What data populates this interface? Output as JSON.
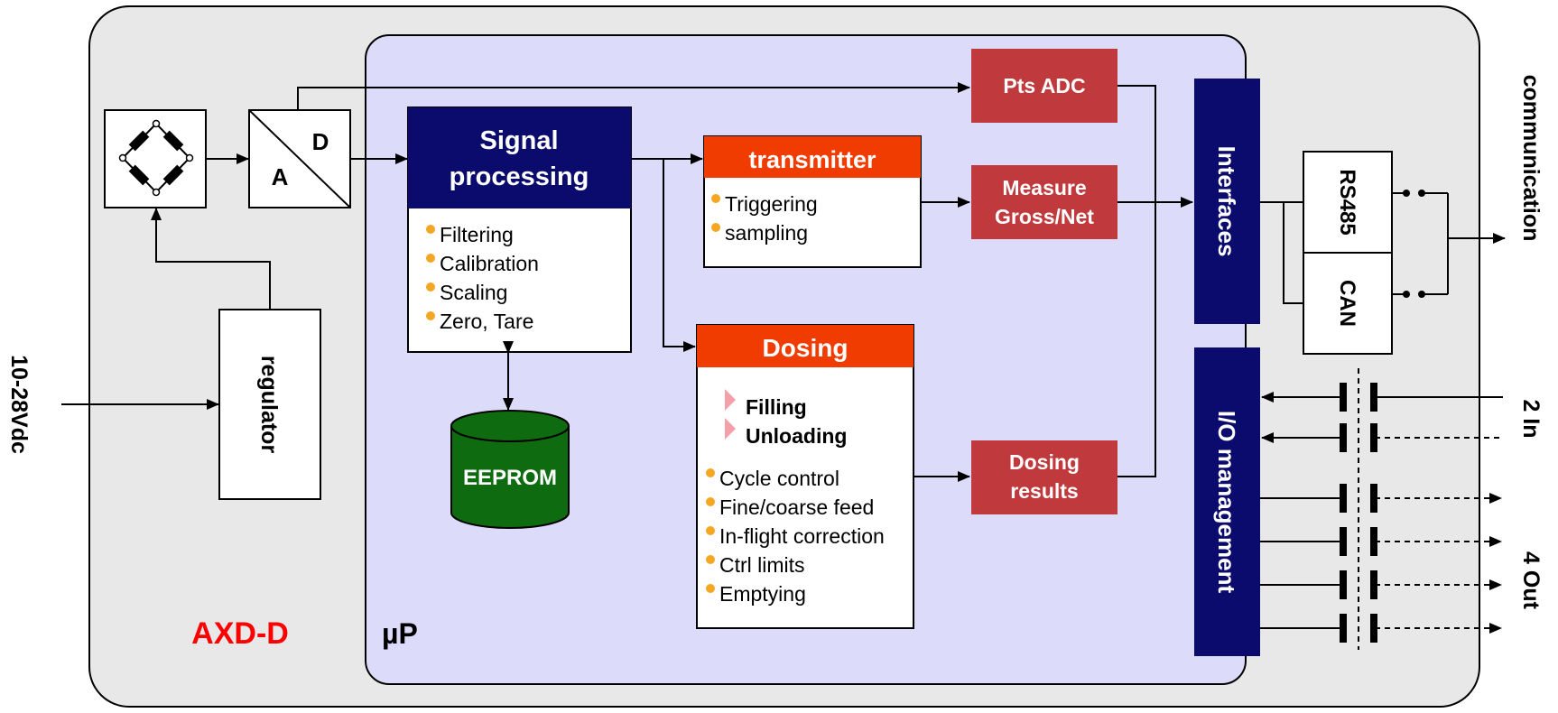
{
  "diagram": {
    "product_label": "AXD-D",
    "up_label": "µP",
    "power_label": "10-28Vdc",
    "communication_label": "communication",
    "in_label": "2 In",
    "out_label": "4 Out",
    "ad_label_a": "A",
    "ad_label_d": "D",
    "regulator_label": "regulator",
    "signal_processing": {
      "title_line1": "Signal",
      "title_line2": "processing",
      "items": [
        "Filtering",
        "Calibration",
        "Scaling",
        "Zero, Tare"
      ]
    },
    "eeprom_label": "EEPROM",
    "transmitter": {
      "title": "transmitter",
      "items": [
        "Triggering",
        "sampling"
      ]
    },
    "dosing": {
      "title": "Dosing",
      "arrow_items": [
        "Filling",
        "Unloading"
      ],
      "items": [
        "Cycle control",
        "Fine/coarse feed",
        "In-flight correction",
        "Ctrl  limits",
        "Emptying"
      ]
    },
    "pts_adc": "Pts ADC",
    "measure_line1": "Measure",
    "measure_line2": "Gross/Net",
    "dosing_results_line1": "Dosing",
    "dosing_results_line2": "results",
    "interfaces_label": "Interfaces",
    "io_label": "I/O management",
    "rs485_label": "RS485",
    "can_label": "CAN"
  },
  "colors": {
    "outer_bg": "#e8e8e8",
    "up_bg": "#dcdcfa",
    "navy": "#0b0b6e",
    "orange_red": "#f03c00",
    "dark_red": "#c0393c",
    "bullet": "#f5a623",
    "green": "#0f6b0f",
    "product_red": "#ff0000",
    "triangle_pink": "#f4a0a8"
  }
}
